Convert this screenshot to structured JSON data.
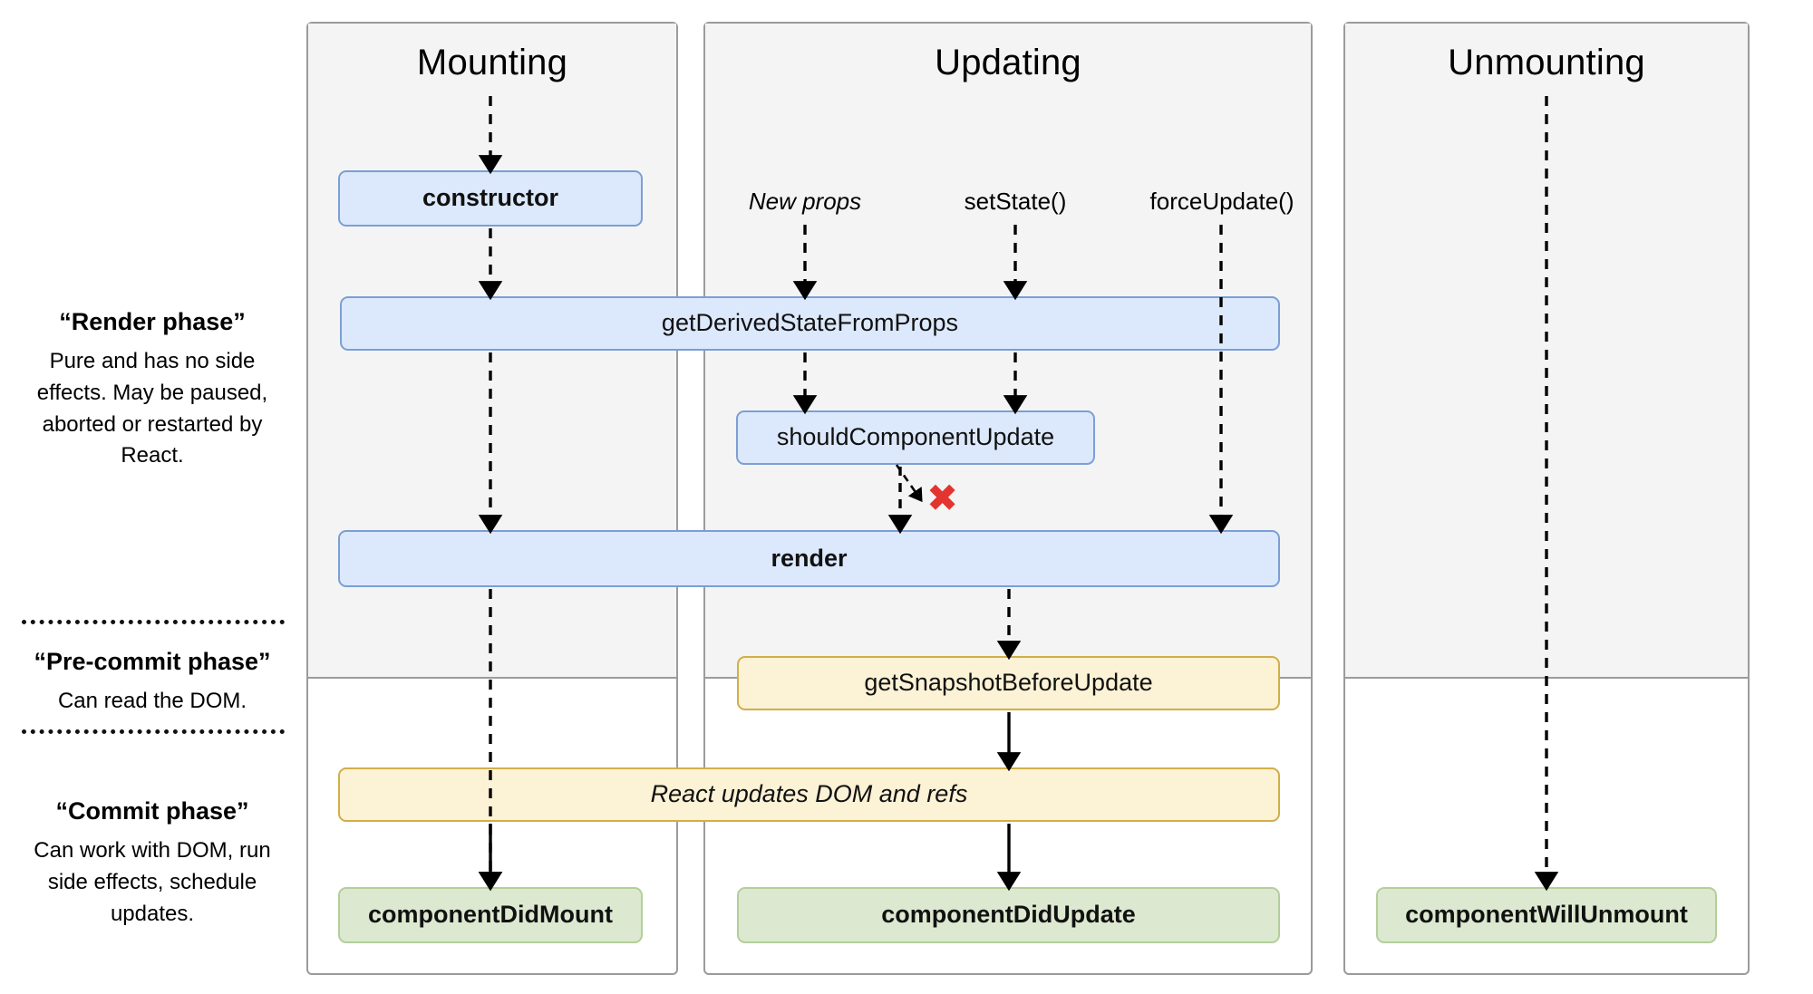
{
  "diagram": {
    "title": "React component lifecycle",
    "colors": {
      "blue_fill": "#dce8fb",
      "blue_border": "#7b9fd4",
      "yellow_fill": "#fcf2d5",
      "yellow_border": "#d1ae4a",
      "green_fill": "#dce9d0",
      "green_border": "#b4ce9b",
      "column_shade": "#f4f4f4",
      "column_border": "#9b9b9b",
      "x_mark": "#e3342f"
    }
  },
  "columns": [
    {
      "id": "mounting",
      "title": "Mounting"
    },
    {
      "id": "updating",
      "title": "Updating"
    },
    {
      "id": "unmounting",
      "title": "Unmounting"
    }
  ],
  "legend": [
    {
      "id": "render-phase",
      "title": "“Render phase”",
      "body": "Pure and has no side effects. May be paused, aborted or restarted by React."
    },
    {
      "id": "pre-commit-phase",
      "title": "“Pre-commit phase”",
      "body": "Can read the DOM."
    },
    {
      "id": "commit-phase",
      "title": "“Commit phase”",
      "body": "Can work with DOM, run side effects, schedule updates."
    }
  ],
  "triggers": [
    {
      "id": "new-props",
      "label": "New props"
    },
    {
      "id": "set-state",
      "label": "setState()"
    },
    {
      "id": "force-update",
      "label": "forceUpdate()"
    }
  ],
  "nodes": {
    "constructor": "constructor",
    "get_derived_state": "getDerivedStateFromProps",
    "should_component_update": "shouldComponentUpdate",
    "render": "render",
    "get_snapshot": "getSnapshotBeforeUpdate",
    "react_updates": "React updates DOM and refs",
    "component_did_mount": "componentDidMount",
    "component_did_update": "componentDidUpdate",
    "component_will_unmount": "componentWillUnmount"
  },
  "markers": {
    "skip_update": "✖"
  }
}
